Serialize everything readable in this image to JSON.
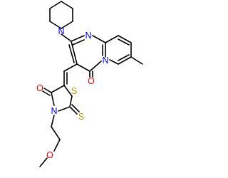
{
  "molecule": {
    "atom_labels": {
      "n_piperidine": "N",
      "n_pyrimidine": "N",
      "n_bridgehead": "N",
      "o_carbonyl_pyrimidinone": "O",
      "o_carbonyl_thiazolidinone": "O",
      "n_thiazolidinone": "N",
      "s_ring": "S",
      "s_thione": "S",
      "o_ether": "O"
    },
    "colors": {
      "bond": "#000000",
      "nitrogen": "#0000ff",
      "oxygen": "#ff0000",
      "sulfur": "#b8a000"
    }
  }
}
